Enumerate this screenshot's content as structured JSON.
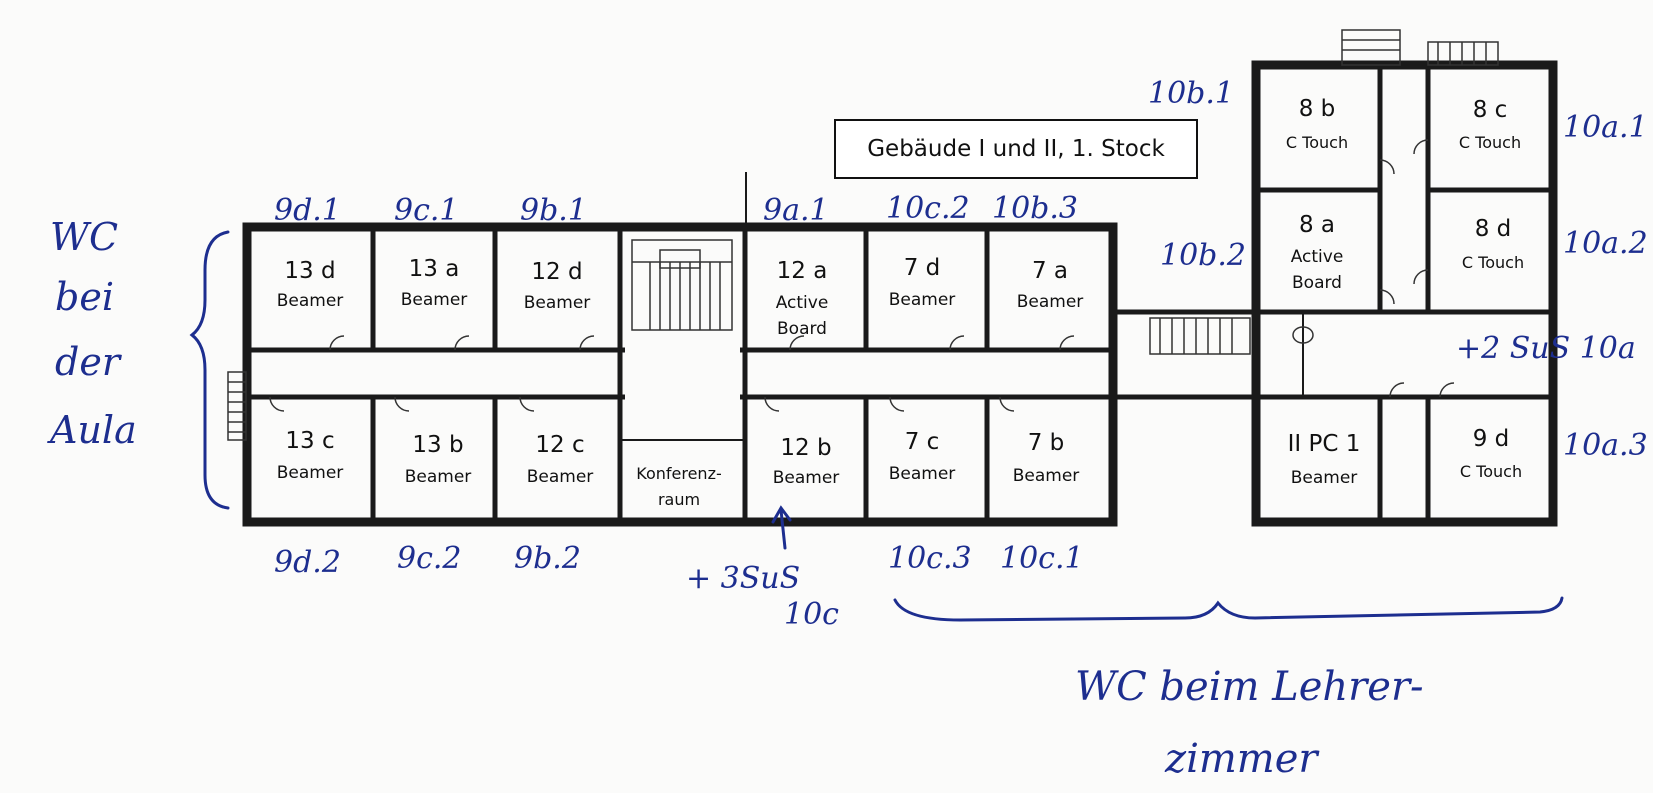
{
  "title": "Gebäude I und II, 1. Stock",
  "rooms": {
    "r13d": {
      "name": "13 d",
      "equip": "Beamer"
    },
    "r13a": {
      "name": "13 a",
      "equip": "Beamer"
    },
    "r12d": {
      "name": "12 d",
      "equip": "Beamer"
    },
    "r12a": {
      "name": "12 a",
      "equip1": "Active",
      "equip2": "Board"
    },
    "r7d": {
      "name": "7 d",
      "equip": "Beamer"
    },
    "r7a": {
      "name": "7 a",
      "equip": "Beamer"
    },
    "r13c": {
      "name": "13 c",
      "equip": "Beamer"
    },
    "r13b": {
      "name": "13 b",
      "equip": "Beamer"
    },
    "r12c": {
      "name": "12 c",
      "equip": "Beamer"
    },
    "konferenz": {
      "line1": "Konferenz-",
      "line2": "raum"
    },
    "r12b": {
      "name": "12 b",
      "equip": "Beamer"
    },
    "r7c": {
      "name": "7 c",
      "equip": "Beamer"
    },
    "r7b": {
      "name": "7 b",
      "equip": "Beamer"
    },
    "r8b": {
      "name": "8 b",
      "equip": "C Touch"
    },
    "r8c": {
      "name": "8 c",
      "equip": "C Touch"
    },
    "r8a": {
      "name": "8 a",
      "equip1": "Active",
      "equip2": "Board"
    },
    "r8d": {
      "name": "8 d",
      "equip": "C Touch"
    },
    "rIIPC1": {
      "name": "II PC 1",
      "equip": "Beamer"
    },
    "r9d": {
      "name": "9 d",
      "equip": "C Touch"
    }
  },
  "handwriting": {
    "top_labels": [
      "9d.1",
      "9c.1",
      "9b.1",
      "9a.1",
      "10c.2",
      "10b.3"
    ],
    "bottom_labels": [
      "9d.2",
      "9c.2",
      "9b.2",
      "10c.3",
      "10c.1"
    ],
    "plus_sus_1": "+ 3SuS",
    "plus_sus_1b": "10c",
    "right_labels": [
      "10b.1",
      "10b.2",
      "10a.1",
      "10a.2",
      "+2 SuS 10a",
      "10a.3"
    ],
    "wc_left": [
      "WC",
      "bei",
      "der",
      "Aula"
    ],
    "wc_right": [
      "WC beim Lehrer-",
      "zimmer"
    ]
  }
}
